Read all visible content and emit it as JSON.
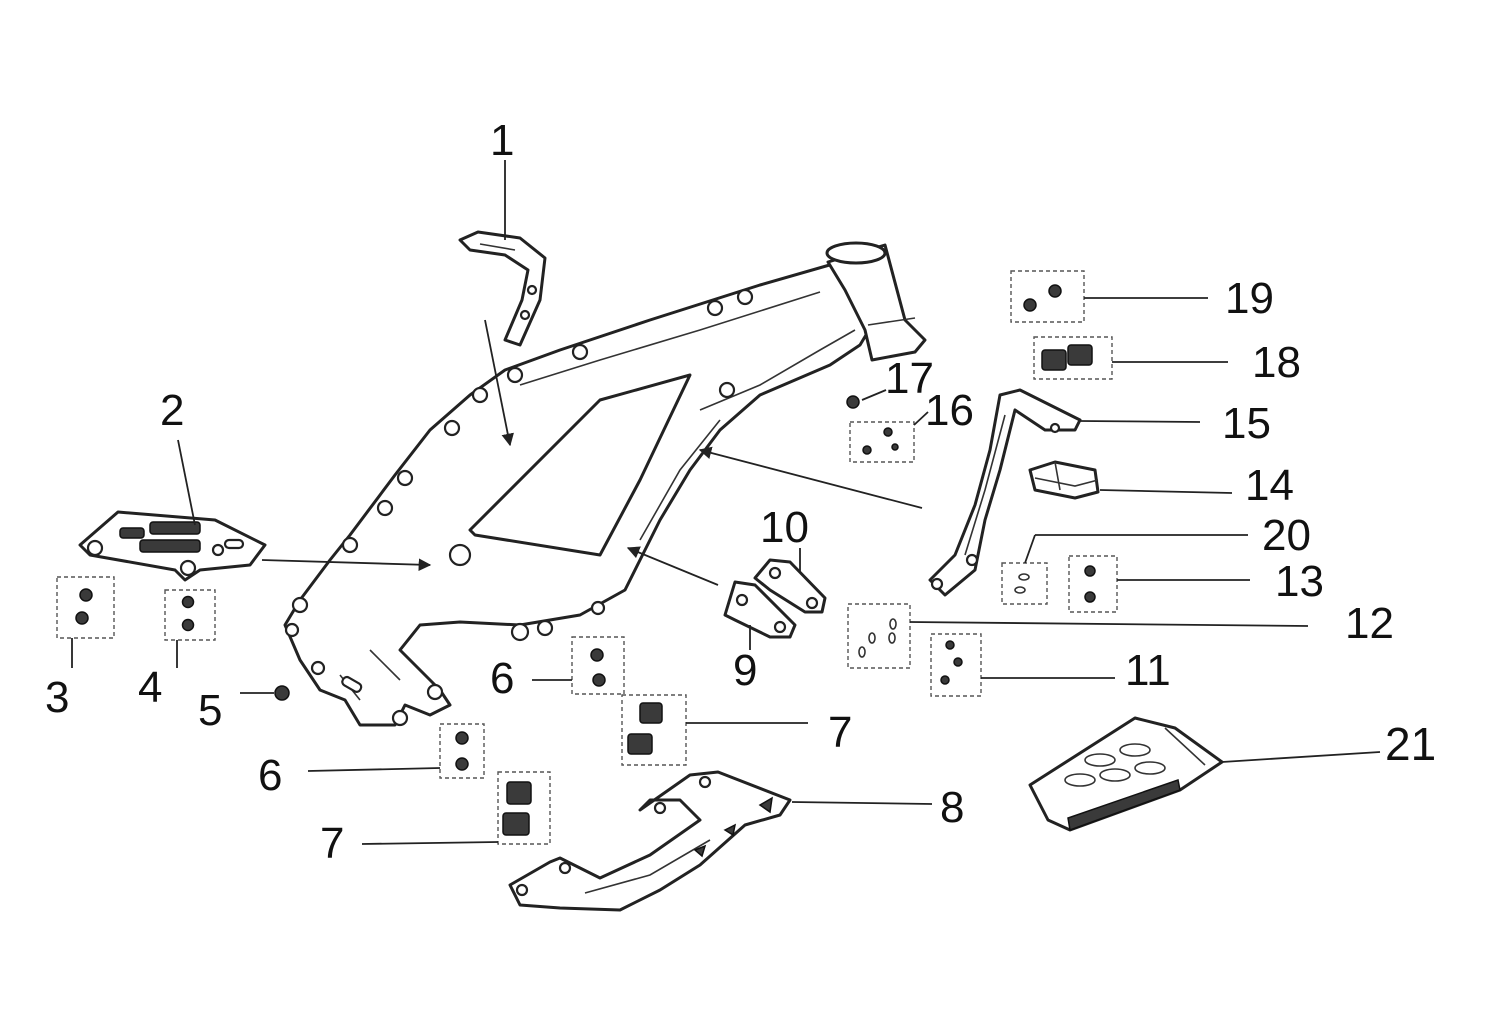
{
  "callouts": {
    "c1": "1",
    "c2": "2",
    "c3": "3",
    "c4": "4",
    "c5": "5",
    "c6a": "6",
    "c6b": "6",
    "c7a": "7",
    "c7b": "7",
    "c8": "8",
    "c9": "9",
    "c10": "10",
    "c11": "11",
    "c12": "12",
    "c13": "13",
    "c14": "14",
    "c15": "15",
    "c16": "16",
    "c17": "17",
    "c18": "18",
    "c19": "19",
    "c20": "20",
    "c21": "21"
  }
}
